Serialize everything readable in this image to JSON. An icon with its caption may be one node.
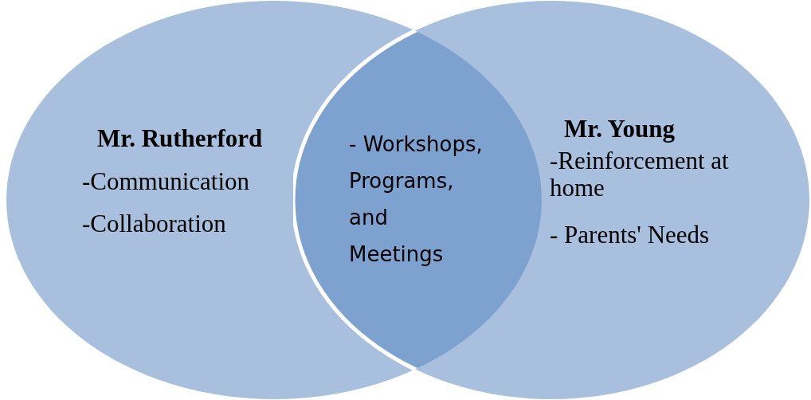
{
  "diagram": {
    "nodes": [
      {
        "text": [
          "Mr. Rutherford",
          "-Communication",
          "-Collaboration"
        ]
      },
      {
        "text": [
          "Mr. Young",
          "-Reinforcement at home",
          "- Parents' Needs"
        ]
      },
      {
        "text": [
          "- Workshops, Programs, and Meetings"
        ]
      }
    ]
  }
}
